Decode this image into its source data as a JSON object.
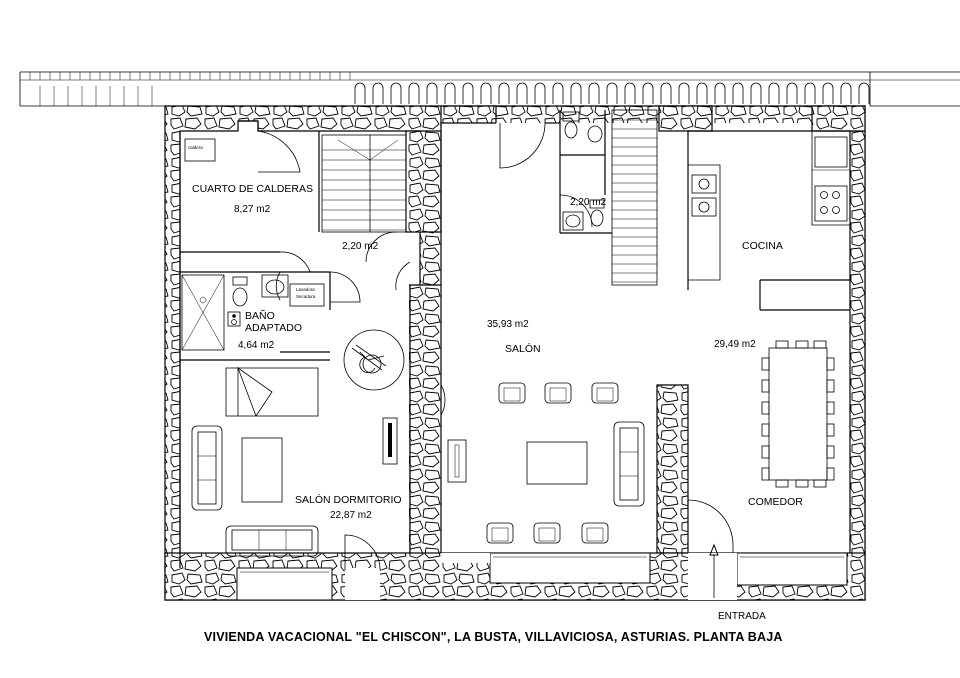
{
  "title": "VIVIENDA VACACIONAL \"EL CHISCON\", LA BUSTA, VILLAVICIOSA, ASTURIAS. PLANTA BAJA",
  "rooms": {
    "calderas": {
      "name": "CUARTO DE CALDERAS",
      "area": "8,27 m2",
      "equipment": "caldera"
    },
    "hall": {
      "area": "2,20 m2"
    },
    "bano_adaptado": {
      "name_line1": "BAÑO",
      "name_line2": "ADAPTADO",
      "area": "4,64 m2",
      "washer": "Lavadora",
      "dryer": "Secadora"
    },
    "aseo": {
      "area": "2,20 m2"
    },
    "salon": {
      "name": "SALÓN",
      "area": "35,93 m2"
    },
    "cocina": {
      "name": "COCINA"
    },
    "comedor": {
      "name": "COMEDOR",
      "area": "29,49 m2"
    },
    "salon_dormitorio": {
      "name": "SALÓN DORMITORIO",
      "area": "22,87 m2"
    }
  },
  "entrance": {
    "label": "ENTRADA"
  }
}
